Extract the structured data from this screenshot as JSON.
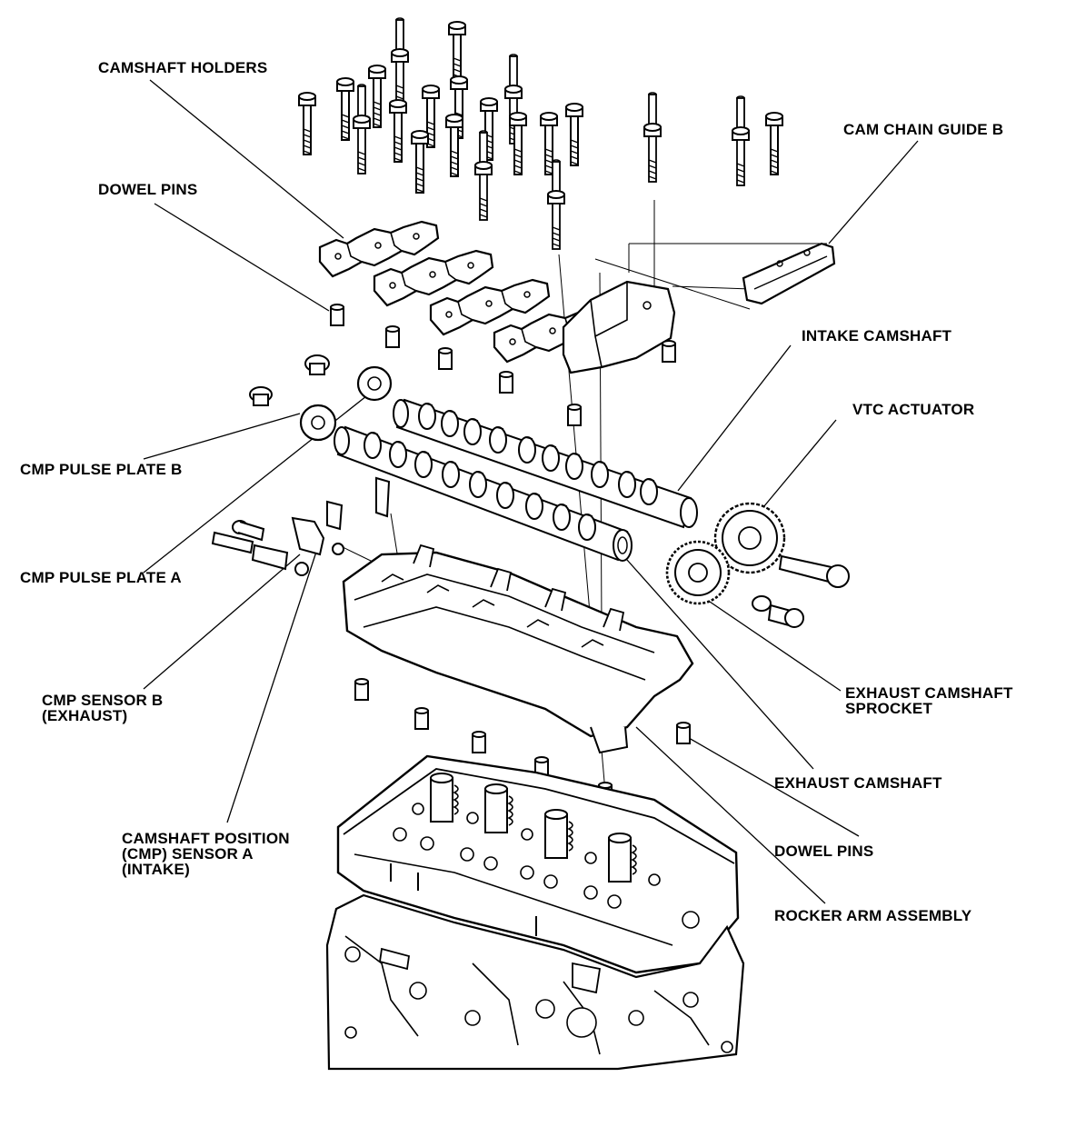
{
  "labels": {
    "camshaft_holders": "CAMSHAFT HOLDERS",
    "dowel_pins_top": "DOWEL PINS",
    "cam_chain_guide_b": "CAM CHAIN GUIDE B",
    "intake_camshaft": "INTAKE CAMSHAFT",
    "vtc_actuator": "VTC ACTUATOR",
    "cmp_pulse_plate_b": "CMP PULSE PLATE B",
    "cmp_pulse_plate_a": "CMP PULSE PLATE A",
    "cmp_sensor_b_line1": "CMP SENSOR B",
    "cmp_sensor_b_line2": "(EXHAUST)",
    "exhaust_sprocket_line1": "EXHAUST CAMSHAFT",
    "exhaust_sprocket_line2": "SPROCKET",
    "exhaust_camshaft": "EXHAUST CAMSHAFT",
    "cmp_sensor_a_line1": "CAMSHAFT POSITION",
    "cmp_sensor_a_line2": "(CMP) SENSOR A",
    "cmp_sensor_a_line3": "(INTAKE)",
    "dowel_pins_bottom": "DOWEL PINS",
    "rocker_arm_assembly": "ROCKER ARM ASSEMBLY"
  },
  "colors": {
    "ink": "#000000",
    "paper": "#ffffff",
    "shade": "#e6e6e6"
  }
}
